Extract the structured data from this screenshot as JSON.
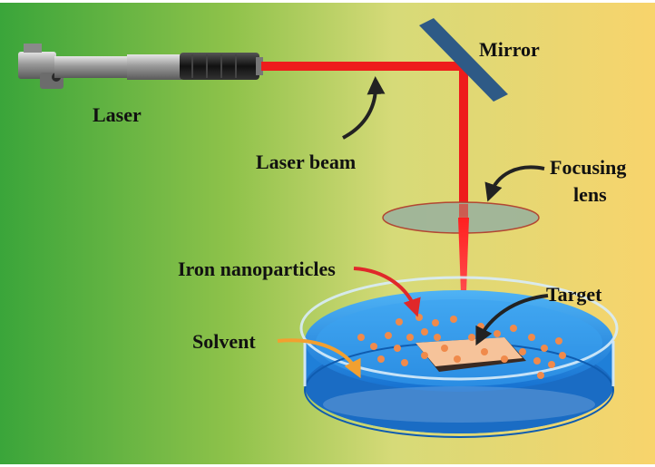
{
  "labels": {
    "laser": "Laser",
    "mirror": "Mirror",
    "laser_beam": "Laser beam",
    "focusing_lens_line1": "Focusing",
    "focusing_lens_line2": "lens",
    "iron_nanoparticles": "Iron nanoparticles",
    "target": "Target",
    "solvent": "Solvent"
  },
  "colors": {
    "background_left": "#3aa53a",
    "background_mid": "#d8dc7a",
    "background_right": "#f8d36c",
    "beam": "#ee1c1c",
    "mirror": "#2e5a86",
    "lens_fill": "#9fb59a",
    "lens_edge": "#b04030",
    "water": "#1f8fe8",
    "target": "#f6c39a",
    "particles": "#f08a4b",
    "arrow_dark": "#222222",
    "arrow_red": "#e0282a",
    "arrow_orange": "#f2a030"
  }
}
